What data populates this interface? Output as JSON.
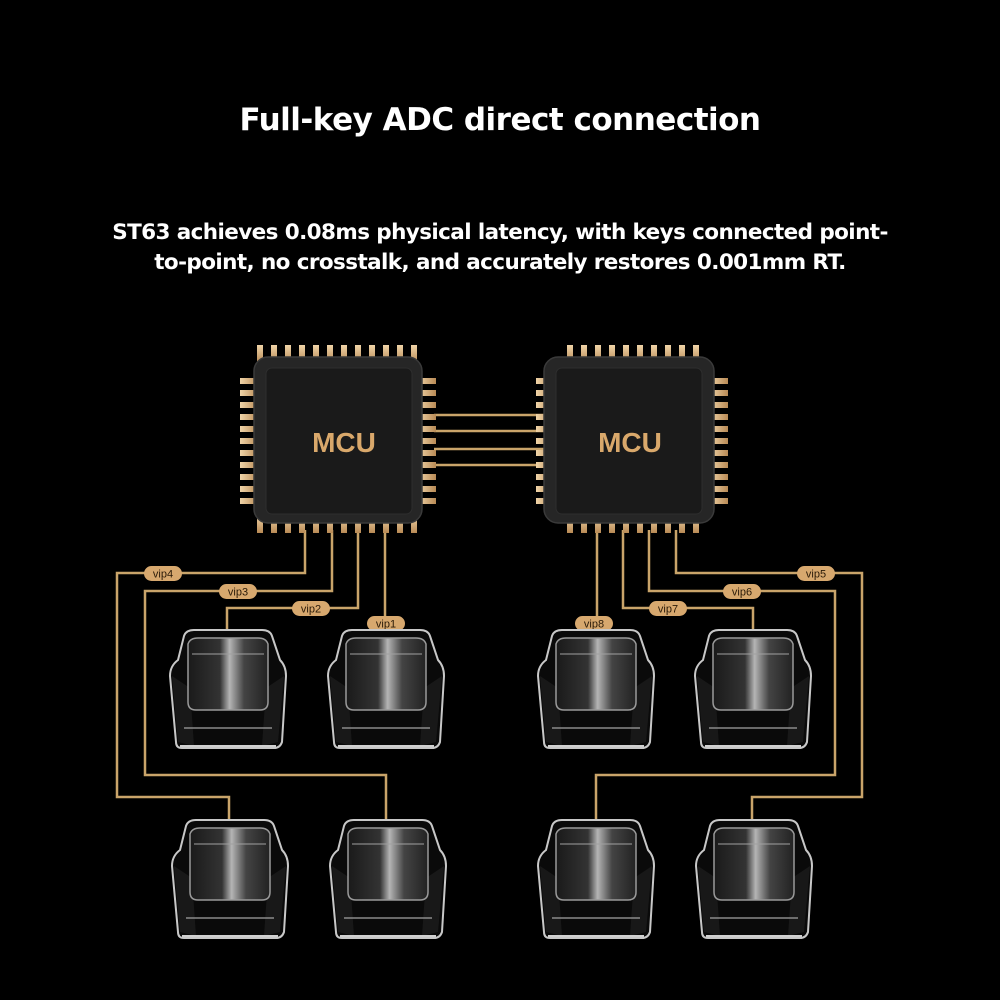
{
  "header": {
    "title": "Full-key ADC direct connection",
    "subtitle_line1": "ST63 achieves 0.08ms physical latency, with keys connected point-",
    "subtitle_line2": "to-point, no crosstalk, and accurately restores 0.001mm RT."
  },
  "diagram": {
    "chips": [
      {
        "id": "mcu-left",
        "label": "MCU"
      },
      {
        "id": "mcu-right",
        "label": "MCU"
      }
    ],
    "signals": [
      {
        "id": "vip1",
        "label": "vip1"
      },
      {
        "id": "vip2",
        "label": "vip2"
      },
      {
        "id": "vip3",
        "label": "vip3"
      },
      {
        "id": "vip4",
        "label": "vip4"
      },
      {
        "id": "vip5",
        "label": "vip5"
      },
      {
        "id": "vip6",
        "label": "vip6"
      },
      {
        "id": "vip7",
        "label": "vip7"
      },
      {
        "id": "vip8",
        "label": "vip8"
      }
    ],
    "keycaps_count": 8,
    "colors": {
      "background": "#000000",
      "trace": "#c9a46a",
      "label_pill": "#d7a86e",
      "chip_body": "#1c1c1c",
      "chip_text": "#d9a86b",
      "pin": "#d8b890"
    }
  }
}
